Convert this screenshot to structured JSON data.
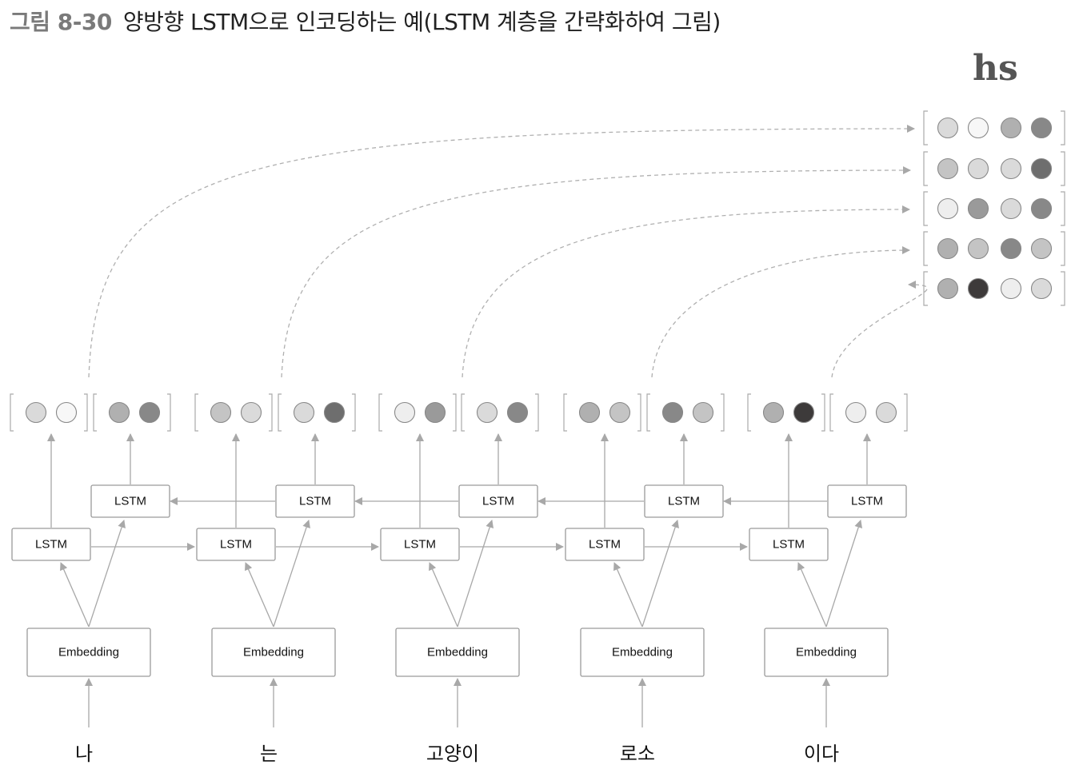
{
  "caption": {
    "figure_number": "그림 8-30",
    "text": "양방향 LSTM으로 인코딩하는 예(LSTM 계층을 간략화하여 그림)"
  },
  "hs_label": "hs",
  "lstm_label": "LSTM",
  "embedding_label": "Embedding",
  "words": [
    "나",
    "는",
    "고양이",
    "로소",
    "이다"
  ],
  "colors": {
    "c0": "#f7f7f7",
    "c1": "#eeeeee",
    "c2": "#dadada",
    "c3": "#c4c4c4",
    "c4": "#b0b0b0",
    "c5": "#9a9a9a",
    "c6": "#888888",
    "c7": "#6e6e6e",
    "c8": "#3d3a3a"
  },
  "hidden_vectors": [
    {
      "forward": [
        "c2",
        "c0"
      ],
      "backward": [
        "c4",
        "c6"
      ]
    },
    {
      "forward": [
        "c3",
        "c2"
      ],
      "backward": [
        "c2",
        "c7"
      ]
    },
    {
      "forward": [
        "c1",
        "c5"
      ],
      "backward": [
        "c2",
        "c6"
      ]
    },
    {
      "forward": [
        "c4",
        "c3"
      ],
      "backward": [
        "c6",
        "c3"
      ]
    },
    {
      "forward": [
        "c4",
        "c8"
      ],
      "backward": [
        "c1",
        "c2"
      ]
    }
  ],
  "hs_rows": [
    [
      "c2",
      "c0",
      "c4",
      "c6"
    ],
    [
      "c3",
      "c2",
      "c2",
      "c7"
    ],
    [
      "c1",
      "c5",
      "c2",
      "c6"
    ],
    [
      "c4",
      "c3",
      "c6",
      "c3"
    ],
    [
      "c4",
      "c8",
      "c1",
      "c2"
    ]
  ]
}
